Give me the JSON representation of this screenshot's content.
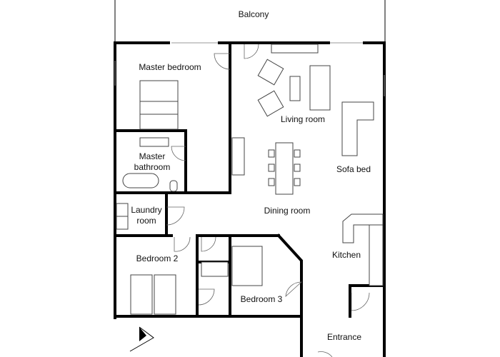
{
  "rooms": {
    "balcony": "Balcony",
    "master_bedroom": "Master bedroom",
    "living_room": "Living room",
    "sofa_bed": "Sofa bed",
    "master_bathroom_1": "Master",
    "master_bathroom_2": "bathroom",
    "laundry_1": "Laundry",
    "laundry_2": "room",
    "dining_room": "Dining room",
    "kitchen": "Kitchen",
    "bedroom_2": "Bedroom 2",
    "bedroom_3": "Bedroom 3",
    "entrance": "Entrance"
  },
  "icons": {
    "compass": "north-arrow-icon"
  }
}
